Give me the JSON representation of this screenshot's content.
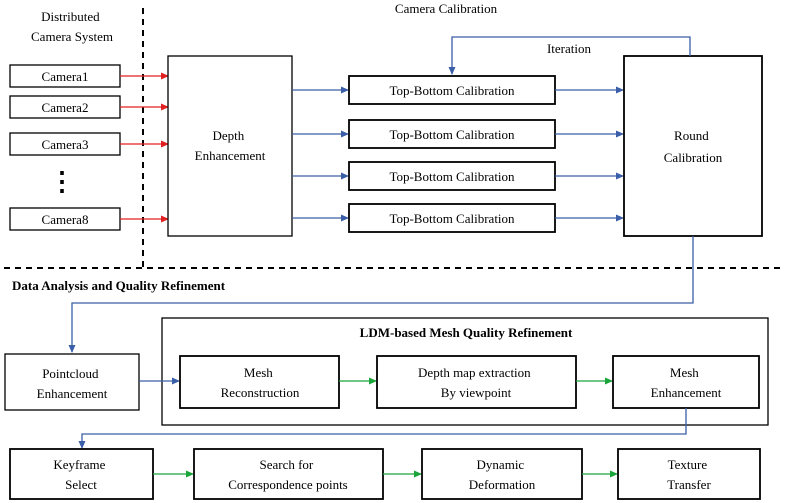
{
  "colors": {
    "red_arrow": "#e02020",
    "blue_arrow": "#3a5fa8",
    "green_arrow": "#1aa53a",
    "box_stroke": "#000000"
  },
  "sections": {
    "distributed_camera_system": "Distributed Camera System",
    "distributed_camera_system_lines": [
      "Distributed",
      "Camera System"
    ],
    "camera_calibration": "Camera Calibration",
    "data_analysis": "Data Analysis and Quality Refinement",
    "ldm_refinement": "LDM-based Mesh Quality Refinement"
  },
  "cameras": [
    "Camera1",
    "Camera2",
    "Camera3",
    "Camera8"
  ],
  "camera_ellipsis": "⋮",
  "depth_enhancement": [
    "Depth",
    "Enhancement"
  ],
  "top_bottom_calibration": [
    "Top-Bottom Calibration",
    "Top-Bottom Calibration",
    "Top-Bottom Calibration",
    "Top-Bottom Calibration"
  ],
  "round_calibration": [
    "Round",
    "Calibration"
  ],
  "iteration": "Iteration",
  "pointcloud_enhancement": [
    "Pointcloud",
    "Enhancement"
  ],
  "mesh_reconstruction": [
    "Mesh",
    "Reconstruction"
  ],
  "depth_map_extraction": [
    "Depth map extraction",
    "By viewpoint"
  ],
  "mesh_enhancement": [
    "Mesh",
    "Enhancement"
  ],
  "keyframe_select": [
    "Keyframe",
    "Select"
  ],
  "search_correspondence": [
    "Search for",
    "Correspondence points"
  ],
  "dynamic_deformation": [
    "Dynamic",
    "Deformation"
  ],
  "texture_transfer": [
    "Texture",
    "Transfer"
  ]
}
